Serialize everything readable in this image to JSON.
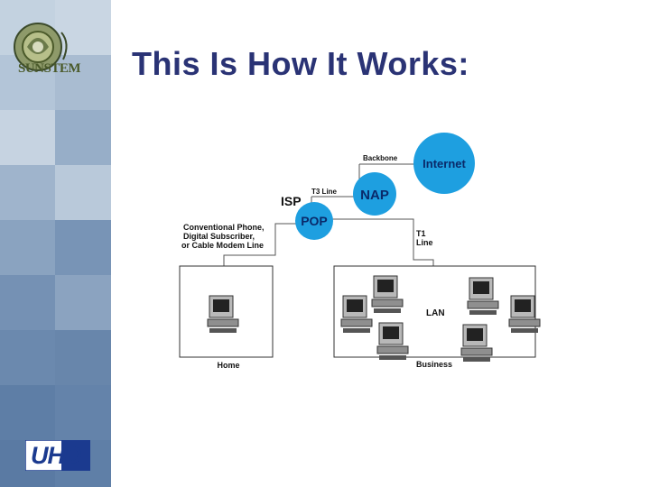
{
  "slide": {
    "title": "This Is How It Works:"
  },
  "logos": {
    "top_text": "SUNSTEM",
    "bottom_text": "UHD"
  },
  "diagram": {
    "nodes": {
      "internet": "Internet",
      "nap": "NAP",
      "pop": "POP",
      "isp": "ISP",
      "lan": "LAN"
    },
    "connections": {
      "backbone": "Backbone",
      "t3_line": "T3 Line",
      "t1_line_1": "T1",
      "t1_line_2": "Line",
      "home_line_1": "Conventional Phone,",
      "home_line_2": "Digital Subscriber,",
      "home_line_3": "or Cable Modem Line"
    },
    "areas": {
      "home": "Home",
      "business": "Business"
    }
  },
  "colors": {
    "node_fill": "#1e9fe0",
    "title": "#2a3375",
    "sidebar_blue": "#6f8fb3"
  }
}
